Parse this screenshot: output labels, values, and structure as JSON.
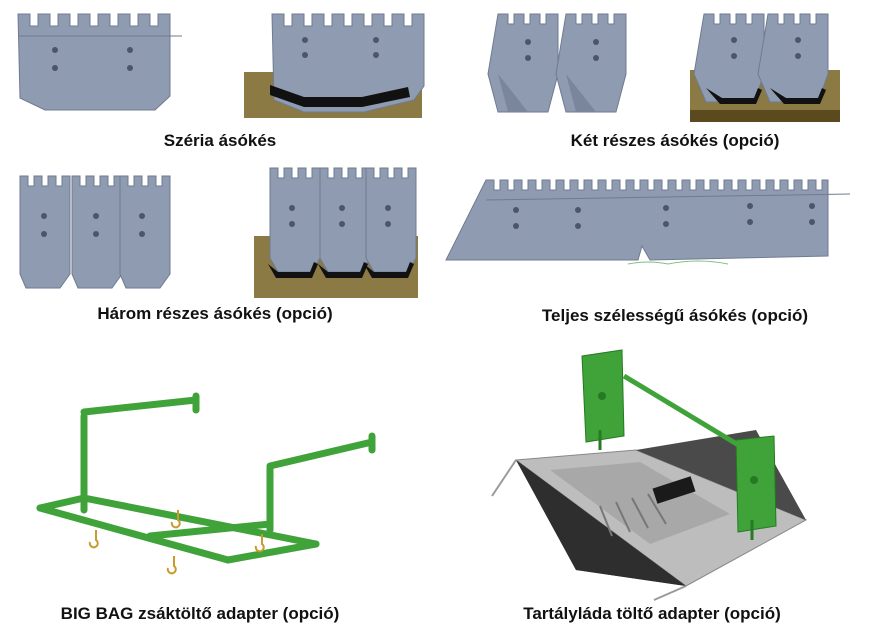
{
  "captions": {
    "seria": "Széria ásókés",
    "ket_reszes": "Két részes ásókés (opció)",
    "harom_reszes": "Három részes ásókés (opció)",
    "teljes": "Teljes szélességű ásókés (opció)",
    "big_bag": "BIG BAG zsáktöltő adapter (opció)",
    "tartaly": "Tartályláda töltő adapter (opció)"
  },
  "colors": {
    "blade": "#8f9bb0",
    "blade_edge": "#6f7b90",
    "soil": "#8c7a45",
    "soil_dark": "#5b4a1e",
    "frame_green": "#3fa33a",
    "frame_green_dark": "#257a22",
    "hopper_dark": "#3b3b3b",
    "hopper_light": "#bdbdbd",
    "hook": "#c99a2e"
  },
  "icons": {
    "seria": "single-digger-blade",
    "ket_reszes": "two-part-digger-blade",
    "harom_reszes": "three-part-digger-blade",
    "teljes": "full-width-digger-blade",
    "big_bag": "big-bag-frame",
    "tartaly": "bin-filler-hopper"
  }
}
